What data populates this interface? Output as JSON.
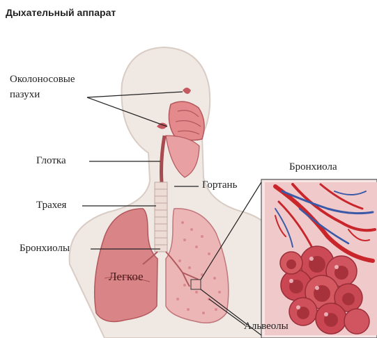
{
  "title": "Дыхательный аппарат",
  "labels": {
    "sinuses_line1": "Околоносовые",
    "sinuses_line2": "пазухи",
    "pharynx": "Глотка",
    "larynx": "Гортань",
    "trachea": "Трахея",
    "bronchioles": "Бронхиолы",
    "lung": "Легкое",
    "bronchiole": "Бронхиола",
    "alveoli": "Альвеолы"
  },
  "colors": {
    "skin": "#f0e8e3",
    "skin_outline": "#d8ccc4",
    "lung": "#d98487",
    "lung_dark": "#b3565c",
    "tissue": "#e79a9d",
    "vessel_red": "#c8262b",
    "vessel_blue": "#3a5aa8",
    "alveoli": "#cc4a55"
  }
}
